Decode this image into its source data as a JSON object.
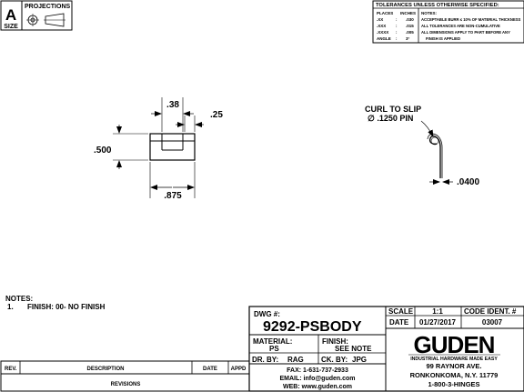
{
  "size_box": {
    "size_letter": "A",
    "size_label": "SIZE"
  },
  "projections": {
    "label": "PROJECTIONS"
  },
  "tolerances": {
    "title": "TOLERANCES UNLESS OTHERWISE SPECIFIED:",
    "headers": [
      "PLACES",
      "INCHES",
      "NOTES:"
    ],
    "rows": [
      {
        "place": ".XX",
        "sep": ":",
        "value": ".030",
        "note": "ACCEPTABLE BURR ≤ 10% OF MATERIAL THICKNESS"
      },
      {
        "place": ".XXX",
        "sep": ":",
        "value": ".015",
        "note": "ALL TOLERANCES ARE NON-CUMULATIVE"
      },
      {
        "place": ".XXXX",
        "sep": ":",
        "value": ".005",
        "note": "ALL DIMENSIONS APPLY TO PART BEFORE ANY"
      },
      {
        "place": "ANGLE",
        "sep": ":",
        "value": "3°",
        "note": "FINISH IS APPLIED"
      }
    ]
  },
  "dimensions": {
    "d38": ".38",
    "d25": ".25",
    "d500": ".500",
    "d875": ".875",
    "d0400": ".0400"
  },
  "callout": {
    "line1": "CURL TO SLIP",
    "line2": "∅ .1250 PIN"
  },
  "notes": {
    "title": "NOTES:",
    "items": [
      {
        "num": "1.",
        "text": "FINISH: 00- NO FINISH"
      }
    ]
  },
  "revisions": {
    "headers": [
      "REV.",
      "DESCRIPTION",
      "DATE",
      "APPD"
    ],
    "title": "REVISIONS"
  },
  "title_block": {
    "dwg_label": "DWG #:",
    "dwg_number": "9292-PSBODY",
    "material_label": "MATERIAL:",
    "material": "PS",
    "finish_label": "FINISH:",
    "finish": "SEE NOTE",
    "dr_label": "DR. BY:",
    "dr_by": "RAG",
    "ck_label": "CK. BY:",
    "ck_by": "JPG",
    "scale_label": "SCALE",
    "scale": "1:1",
    "code_label": "CODE IDENT. #",
    "date_label": "DATE",
    "date": "01/27/2017",
    "code": "03007",
    "fax": "FAX: 1-631-737-2933",
    "email": "EMAIL: info@guden.com",
    "web": "WEB: www.guden.com",
    "logo": "GUDEN",
    "tagline": "INDUSTRIAL HARDWARE MADE EASY",
    "address1": "99 RAYNOR AVE.",
    "address2": "RONKONKOMA, N.Y. 11779",
    "phone": "1-800-3-HINGES"
  }
}
